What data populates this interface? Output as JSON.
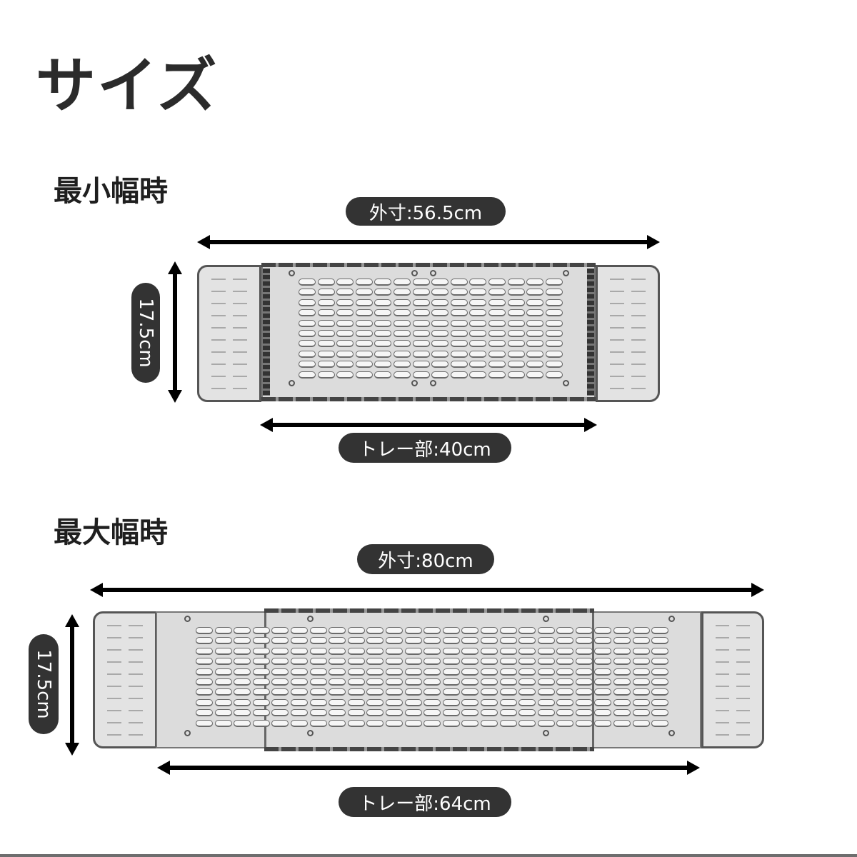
{
  "title": "サイズ",
  "sections": [
    {
      "heading": "最小幅時",
      "outer_label": "外寸:56.5cm",
      "height_label": "17.5cm",
      "tray_label": "トレー部:40cm",
      "dimensions": {
        "outer_width_cm": 56.5,
        "height_cm": 17.5,
        "tray_width_cm": 40
      }
    },
    {
      "heading": "最大幅時",
      "outer_label": "外寸:80cm",
      "height_label": "17.5cm",
      "tray_label": "トレー部:64cm",
      "dimensions": {
        "outer_width_cm": 80,
        "height_cm": 17.5,
        "tray_width_cm": 64
      }
    }
  ],
  "colors": {
    "label_pill_bg": "#333333",
    "label_pill_text": "#ffffff",
    "arrow": "#000000",
    "title_text": "#2b2b2b"
  }
}
